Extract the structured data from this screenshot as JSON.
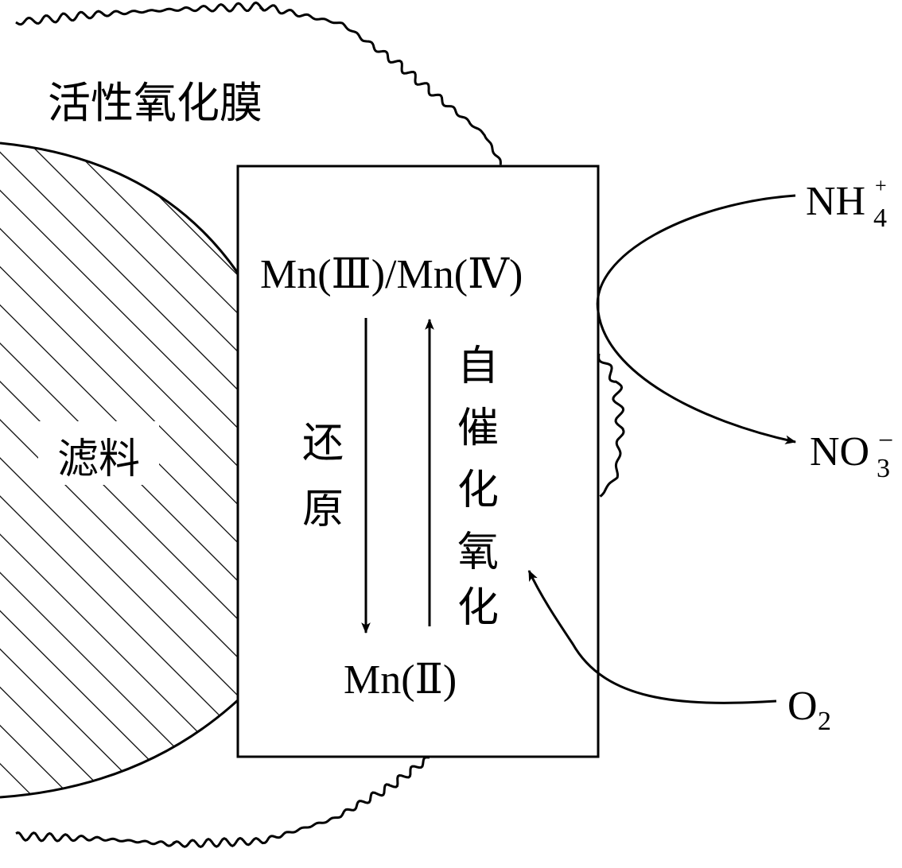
{
  "labels": {
    "film": "活性氧化膜",
    "filter": "滤料",
    "mn_high": "Mn(Ⅲ)/Mn(Ⅳ)",
    "mn_low": "Mn(Ⅱ)",
    "reduction": [
      "还",
      "原"
    ],
    "autocatalytic_oxidation": [
      "自",
      "催",
      "化",
      "氧",
      "化"
    ],
    "nh4": {
      "base": "NH",
      "sub": "4",
      "sup": "+"
    },
    "no3": {
      "base": "NO",
      "sub": "3",
      "sup": "−"
    },
    "o2": {
      "base": "O",
      "sub": "2"
    }
  }
}
